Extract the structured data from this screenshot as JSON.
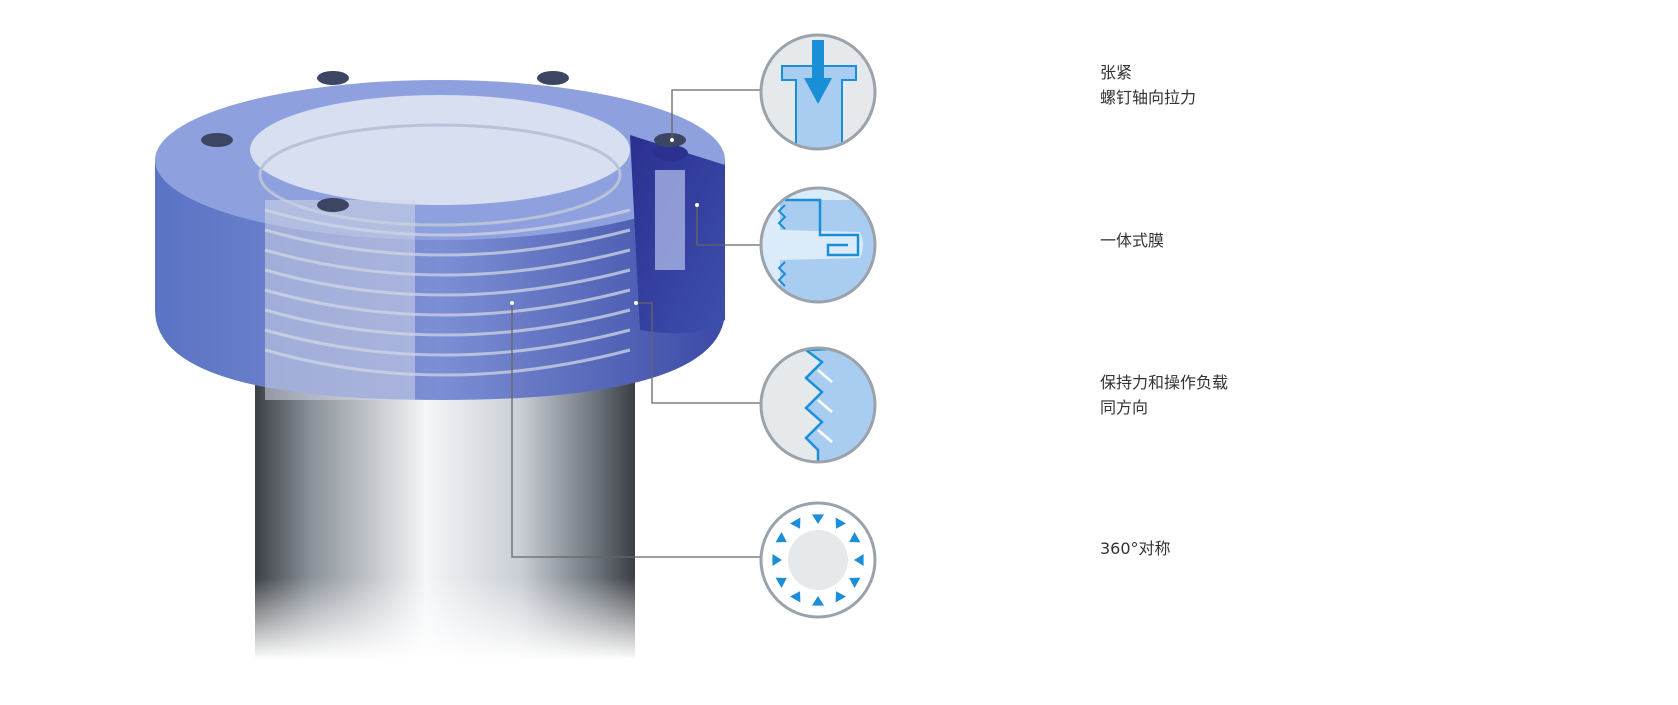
{
  "features": [
    {
      "lines": [
        "张紧",
        "螺钉轴向拉力"
      ],
      "icon": "screw-axial-tension-icon"
    },
    {
      "lines": [
        "一体式膜"
      ],
      "icon": "integral-membrane-icon"
    },
    {
      "lines": [
        "保持力和操作负载",
        "同方向"
      ],
      "icon": "thread-force-direction-icon"
    },
    {
      "lines": [
        "360°对称"
      ],
      "icon": "radial-symmetry-icon"
    }
  ],
  "colors": {
    "accent": "#1a8fd8",
    "light_blue": "#a9cdf0",
    "flange_blue": "#4a5fb0",
    "flange_dark": "#2b2f8a",
    "circle_border": "#9aa3ab",
    "leader_line": "#666666",
    "text": "#333333"
  }
}
